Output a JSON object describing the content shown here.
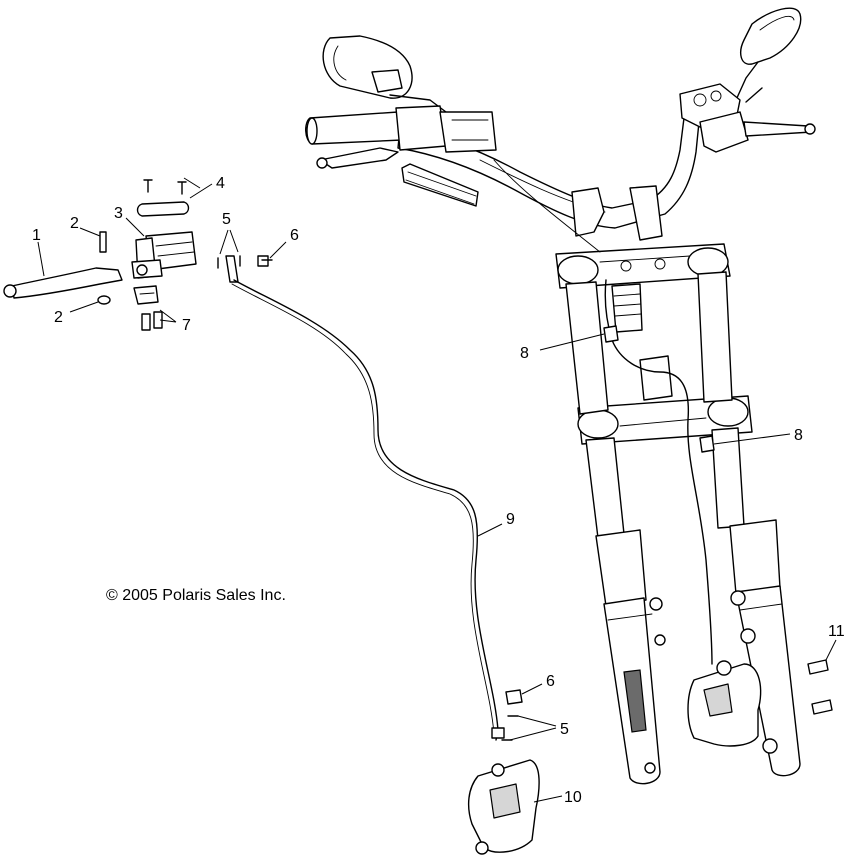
{
  "copyright": "© 2005 Polaris Sales Inc.",
  "callouts": {
    "c1": "1",
    "c2a": "2",
    "c2b": "2",
    "c3": "3",
    "c4": "4",
    "c5a": "5",
    "c5b": "5",
    "c6a": "6",
    "c6b": "6",
    "c7": "7",
    "c8a": "8",
    "c8b": "8",
    "c9": "9",
    "c10": "10",
    "c11": "11"
  }
}
